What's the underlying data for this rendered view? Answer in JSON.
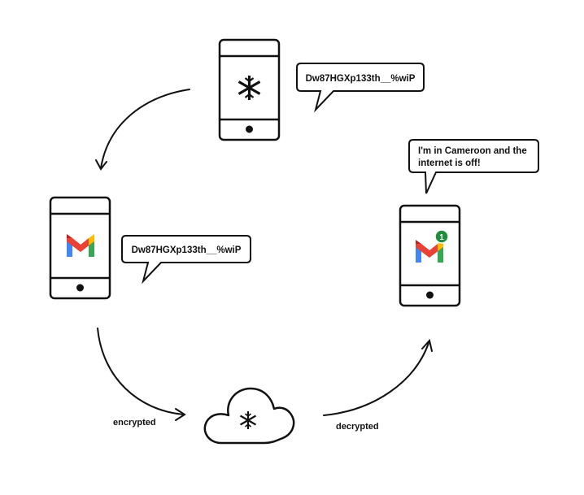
{
  "phone_top": {
    "bubble_text": "Dw87HGXp133th__%wiP",
    "icon": "asterisk-key-icon"
  },
  "phone_left": {
    "bubble_text": "Dw87HGXp133th__%wiP",
    "icon": "gmail-icon"
  },
  "phone_right": {
    "bubble_line1": "I'm in Cameroon and the",
    "bubble_line2": "internet is off!",
    "icon": "gmail-icon",
    "badge": "1"
  },
  "cloud": {
    "icon": "asterisk-key-icon"
  },
  "labels": {
    "encrypted": "encrypted",
    "decrypted": "decrypted"
  },
  "colors": {
    "stroke": "#111111",
    "gmail_red": "#EA4335",
    "gmail_blue": "#4285F4",
    "gmail_green": "#34A853",
    "gmail_yellow": "#FBBC04",
    "gmail_darkred": "#C5221F",
    "badge_green": "#1E8E3E"
  }
}
